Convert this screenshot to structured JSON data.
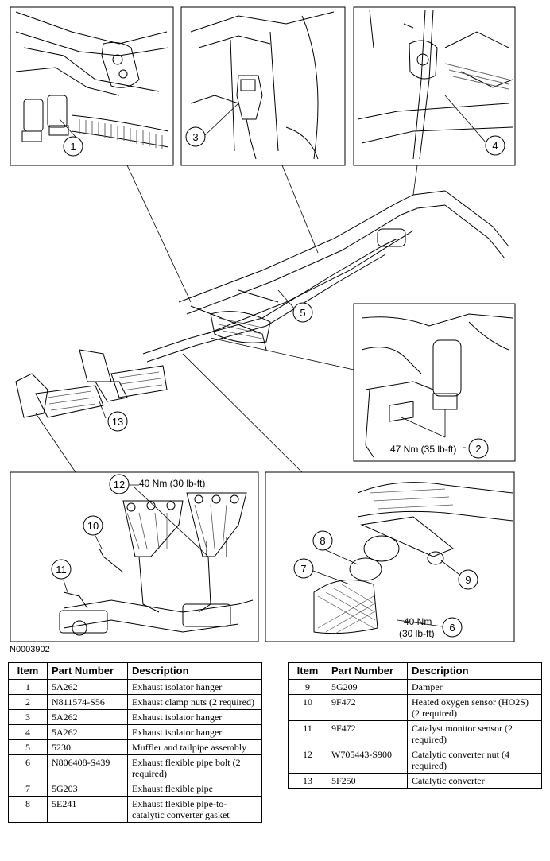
{
  "figure": {
    "id": "N0003902",
    "callouts": [
      {
        "n": "1"
      },
      {
        "n": "2"
      },
      {
        "n": "3"
      },
      {
        "n": "4"
      },
      {
        "n": "5"
      },
      {
        "n": "6"
      },
      {
        "n": "7"
      },
      {
        "n": "8"
      },
      {
        "n": "9"
      },
      {
        "n": "10"
      },
      {
        "n": "11"
      },
      {
        "n": "12"
      },
      {
        "n": "13"
      }
    ],
    "torque_labels": {
      "clamp_nuts": "47 Nm (35 lb-ft)",
      "manifold_nuts": "40 Nm (30 lb-ft)",
      "flex_bolt_line1": "40 Nm",
      "flex_bolt_line2": "(30 lb-ft)"
    }
  },
  "table_headers": {
    "item": "Item",
    "part_number": "Part Number",
    "description": "Description"
  },
  "parts_left": [
    {
      "item": "1",
      "part_number": "5A262",
      "description": "Exhaust isolator hanger"
    },
    {
      "item": "2",
      "part_number": "N811574-S56",
      "description": "Exhaust clamp nuts (2 required)"
    },
    {
      "item": "3",
      "part_number": "5A262",
      "description": "Exhaust isolator hanger"
    },
    {
      "item": "4",
      "part_number": "5A262",
      "description": "Exhaust isolator hanger"
    },
    {
      "item": "5",
      "part_number": "5230",
      "description": "Muffler and tailpipe assembly"
    },
    {
      "item": "6",
      "part_number": "N806408-S439",
      "description": "Exhaust flexible pipe bolt (2 required)"
    },
    {
      "item": "7",
      "part_number": "5G203",
      "description": "Exhaust flexible pipe"
    },
    {
      "item": "8",
      "part_number": "5E241",
      "description": "Exhaust flexible pipe-to-catalytic converter gasket"
    }
  ],
  "parts_right": [
    {
      "item": "9",
      "part_number": "5G209",
      "description": "Damper"
    },
    {
      "item": "10",
      "part_number": "9F472",
      "description": "Heated oxygen sensor (HO2S) (2 required)"
    },
    {
      "item": "11",
      "part_number": "9F472",
      "description": "Catalyst monitor sensor (2 required)"
    },
    {
      "item": "12",
      "part_number": "W705443-S900",
      "description": "Catalytic converter nut (4 required)"
    },
    {
      "item": "13",
      "part_number": "5F250",
      "description": "Catalytic converter"
    }
  ]
}
